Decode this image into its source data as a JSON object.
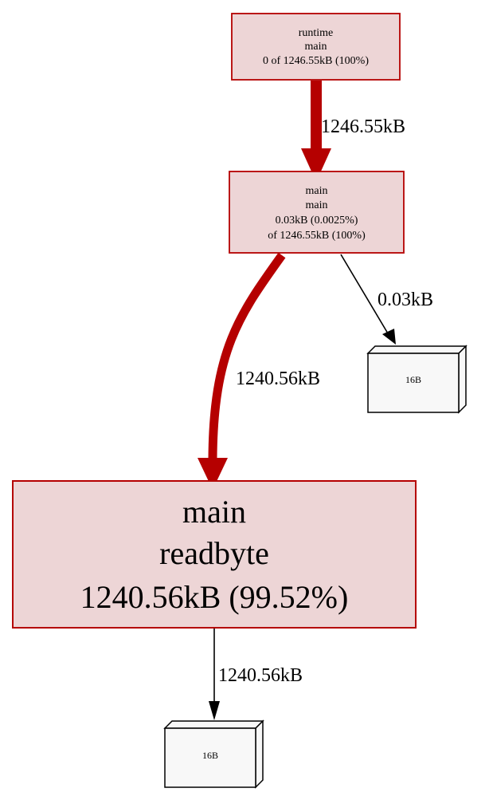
{
  "colors": {
    "hot_fill": "#edd5d6",
    "hot_stroke": "#b50000",
    "edge_hot": "#b50000",
    "edge_cold": "#000000",
    "box_fill": "#f8f8f8"
  },
  "nodes": {
    "runtime_main": {
      "line1": "runtime",
      "line2": "main",
      "line3": "0 of 1246.55kB (100%)"
    },
    "main_main": {
      "line1": "main",
      "line2": "main",
      "line3": "0.03kB (0.0025%)",
      "line4": "of 1246.55kB (100%)"
    },
    "main_readbyte": {
      "line1": "main",
      "line2": "readbyte",
      "line3": "1240.56kB (99.52%)"
    },
    "alloc_small": {
      "label": "16B"
    },
    "alloc_large": {
      "label": "16B"
    }
  },
  "edges": {
    "runtime_to_main": {
      "label": "1246.55kB"
    },
    "main_to_alloc": {
      "label": "0.03kB"
    },
    "main_to_readbyte": {
      "label": "1240.56kB"
    },
    "readbyte_to_alloc": {
      "label": "1240.56kB"
    }
  }
}
